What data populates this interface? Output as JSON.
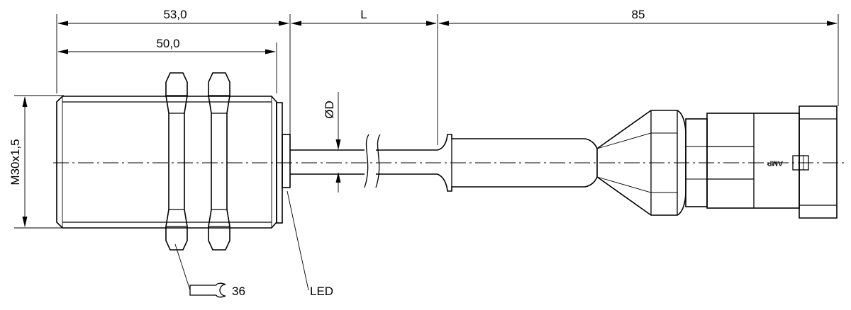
{
  "dimensions": {
    "overall_length": "53,0",
    "thread_length": "50,0",
    "cable_length": "L",
    "connector_length": "85",
    "thread_size": "M30x1,5",
    "cable_diameter": "ØD"
  },
  "callouts": {
    "wrench_size": "36",
    "led": "LED"
  },
  "marking": {
    "connector_brand": "AMP"
  }
}
